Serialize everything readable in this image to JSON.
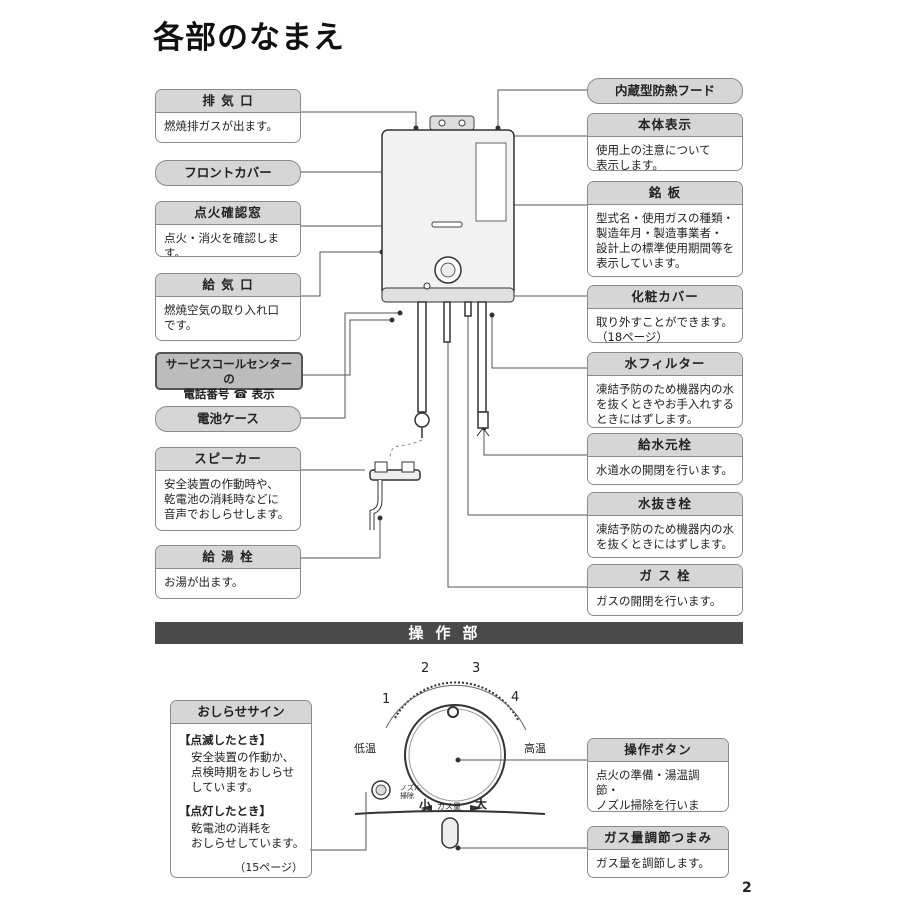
{
  "page": {
    "title": "各部のなまえ",
    "section_band": "操作部",
    "page_number": "2"
  },
  "left_callouts": [
    {
      "title": "排 気 口",
      "body": "燃焼排ガスが出ます。"
    },
    {
      "title": "フロントカバー"
    },
    {
      "title": "点火確認窓",
      "body": "点火・消火を確認します。"
    },
    {
      "title": "給 気 口",
      "body": "燃焼空気の取り入れ口\nです。"
    },
    {
      "title": "サービスコールセンターの\n電話番号 ☎ 表示"
    },
    {
      "title": "電池ケース"
    },
    {
      "title": "スピーカー",
      "body": "安全装置の作動時や、\n乾電池の消耗時などに\n音声でおしらせします。"
    },
    {
      "title": "給 湯 栓",
      "body": "お湯が出ます。"
    }
  ],
  "right_callouts": [
    {
      "title": "内蔵型防熱フード"
    },
    {
      "title": "本体表示",
      "body": "使用上の注意について\n表示します。"
    },
    {
      "title": "銘 板",
      "body": "型式名・使用ガスの種類・\n製造年月・製造事業者・\n設計上の標準使用期間等を\n表示しています。"
    },
    {
      "title": "化粧カバー",
      "body": "取り外すことができます。\n（18ページ）"
    },
    {
      "title": "水フィルター",
      "body": "凍結予防のため機器内の水\nを抜くときやお手入れする\nときにはずします。"
    },
    {
      "title": "給水元栓",
      "body": "水道水の開閉を行います。"
    },
    {
      "title": "水抜き栓",
      "body": "凍結予防のため機器内の水\nを抜くときにはずします。"
    },
    {
      "title": "ガ ス 栓",
      "body": "ガスの開閉を行います。"
    }
  ],
  "control_panel": {
    "sign": {
      "title": "おしらせサイン",
      "blink_label": "【点滅したとき】",
      "blink_text": "安全装置の作動か、\n点検時期をおしらせ\nしています。",
      "lit_label": "【点灯したとき】",
      "lit_text": "乾電池の消耗を\nおしらせしています。",
      "ref": "（15ページ）"
    },
    "dial_numbers": [
      "1",
      "2",
      "3",
      "4"
    ],
    "dial_low": "低温",
    "dial_high": "高温",
    "nozzle_label": "ノズル\n掃除",
    "gas_small": "小",
    "gas_label": "ガス量",
    "gas_large": "大",
    "button_callout": {
      "title": "操作ボタン",
      "body": "点火の準備・湯温調節・\nノズル掃除を行います。"
    },
    "knob_callout": {
      "title": "ガス量調節つまみ",
      "body": "ガス量を調節します。"
    }
  }
}
